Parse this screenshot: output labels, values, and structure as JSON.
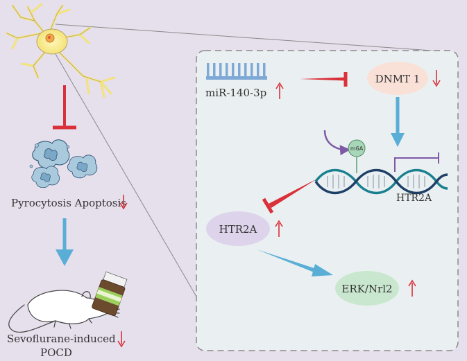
{
  "left_panel": {
    "cell_death_label": "Pyrocytosis Apoptosis",
    "outcome_label_line1": "Sevoflurane-induced",
    "outcome_label_line2": "POCD"
  },
  "pathway_box": {
    "mirna_label": "miR-140-3p",
    "dnmt_label": "DNMT 1",
    "m6a_label": "m6A",
    "gene_label": "HTR2A",
    "protein_label": "HTR2A",
    "erk_label": "ERK/Nrl2"
  },
  "colors": {
    "background": "#e6dfec",
    "box_fill": "#eaf0f1",
    "inhibit_red": "#d9303a",
    "activate_blue": "#5aaed6",
    "modify_purple": "#7e5aa6",
    "mirna_blue": "#7ea9d6",
    "dnmt_pink": "#f9e1d8",
    "htr2a_lavender": "#ddd4ec",
    "erk_green": "#c9e7cf",
    "m6a_green": "#a8d6b8",
    "dna_teal": "#1a7f8f",
    "dna_dark": "#1e3f66",
    "arrow_up_red": "#d9303a"
  }
}
